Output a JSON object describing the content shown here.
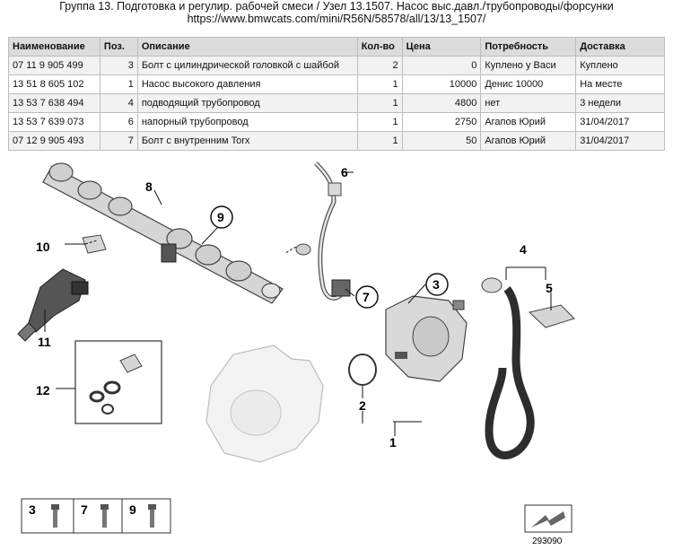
{
  "header": {
    "title_line1": "Группа 13. Подготовка и регулир. рабочей смеси / Узел 13.1507. Насос выс.давл./трубопроводы/форсунки",
    "title_line2": "https://www.bmwcats.com/mini/R56N/58578/all/13/13_1507/"
  },
  "table": {
    "columns": [
      "Наименование",
      "Поз.",
      "Описание",
      "Кол-во",
      "Цена",
      "Потребность",
      "Доставка"
    ],
    "rows": [
      {
        "part": "07 11 9 905 499",
        "pos": "3",
        "desc": "Болт с цилиндрической головкой с шайбой",
        "qty": "2",
        "price": "0",
        "need": "Куплено у Васи",
        "delivery": "Куплено"
      },
      {
        "part": "13 51 8 605 102",
        "pos": "1",
        "desc": "Насос высокого давления",
        "qty": "1",
        "price": "10000",
        "need": "Денис 10000",
        "delivery": "На месте"
      },
      {
        "part": "13 53 7 638 494",
        "pos": "4",
        "desc": "подводящий трубопровод",
        "qty": "1",
        "price": "4800",
        "need": "нет",
        "delivery": "3 недели"
      },
      {
        "part": "13 53 7 639 073",
        "pos": "6",
        "desc": "напорный трубопровод",
        "qty": "1",
        "price": "2750",
        "need": "Агапов Юрий",
        "delivery": "31/04/2017"
      },
      {
        "part": "07 12 9 905 493",
        "pos": "7",
        "desc": "Болт с внутренним Torx",
        "qty": "1",
        "price": "50",
        "need": "Агапов Юрий",
        "delivery": "31/04/2017"
      }
    ]
  },
  "diagram": {
    "callouts": {
      "c1": "1",
      "c2": "2",
      "c3": "3",
      "c4": "4",
      "c5": "5",
      "c6": "6",
      "c7": "7",
      "c8": "8",
      "c9": "9",
      "c10": "10",
      "c11": "11",
      "c12": "12"
    },
    "legend": {
      "l3": "3",
      "l7": "7",
      "l9": "9"
    },
    "diagram_number": "293090"
  }
}
